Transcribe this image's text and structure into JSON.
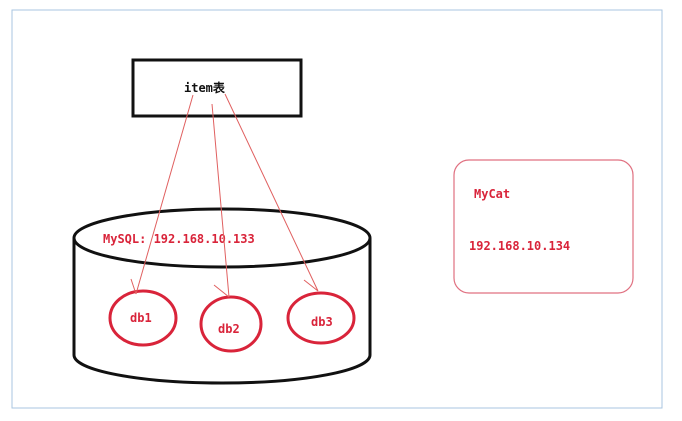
{
  "table_box": {
    "label": "item表"
  },
  "database": {
    "label": "MySQL: 192.168.10.133"
  },
  "shards": [
    {
      "label": "db1"
    },
    {
      "label": "db2"
    },
    {
      "label": "db3"
    }
  ],
  "mycat": {
    "title": "MyCat",
    "ip": "192.168.10.134"
  },
  "colors": {
    "red": "#d9243a",
    "line": "#e06060",
    "frame": "#a9c6e0"
  }
}
